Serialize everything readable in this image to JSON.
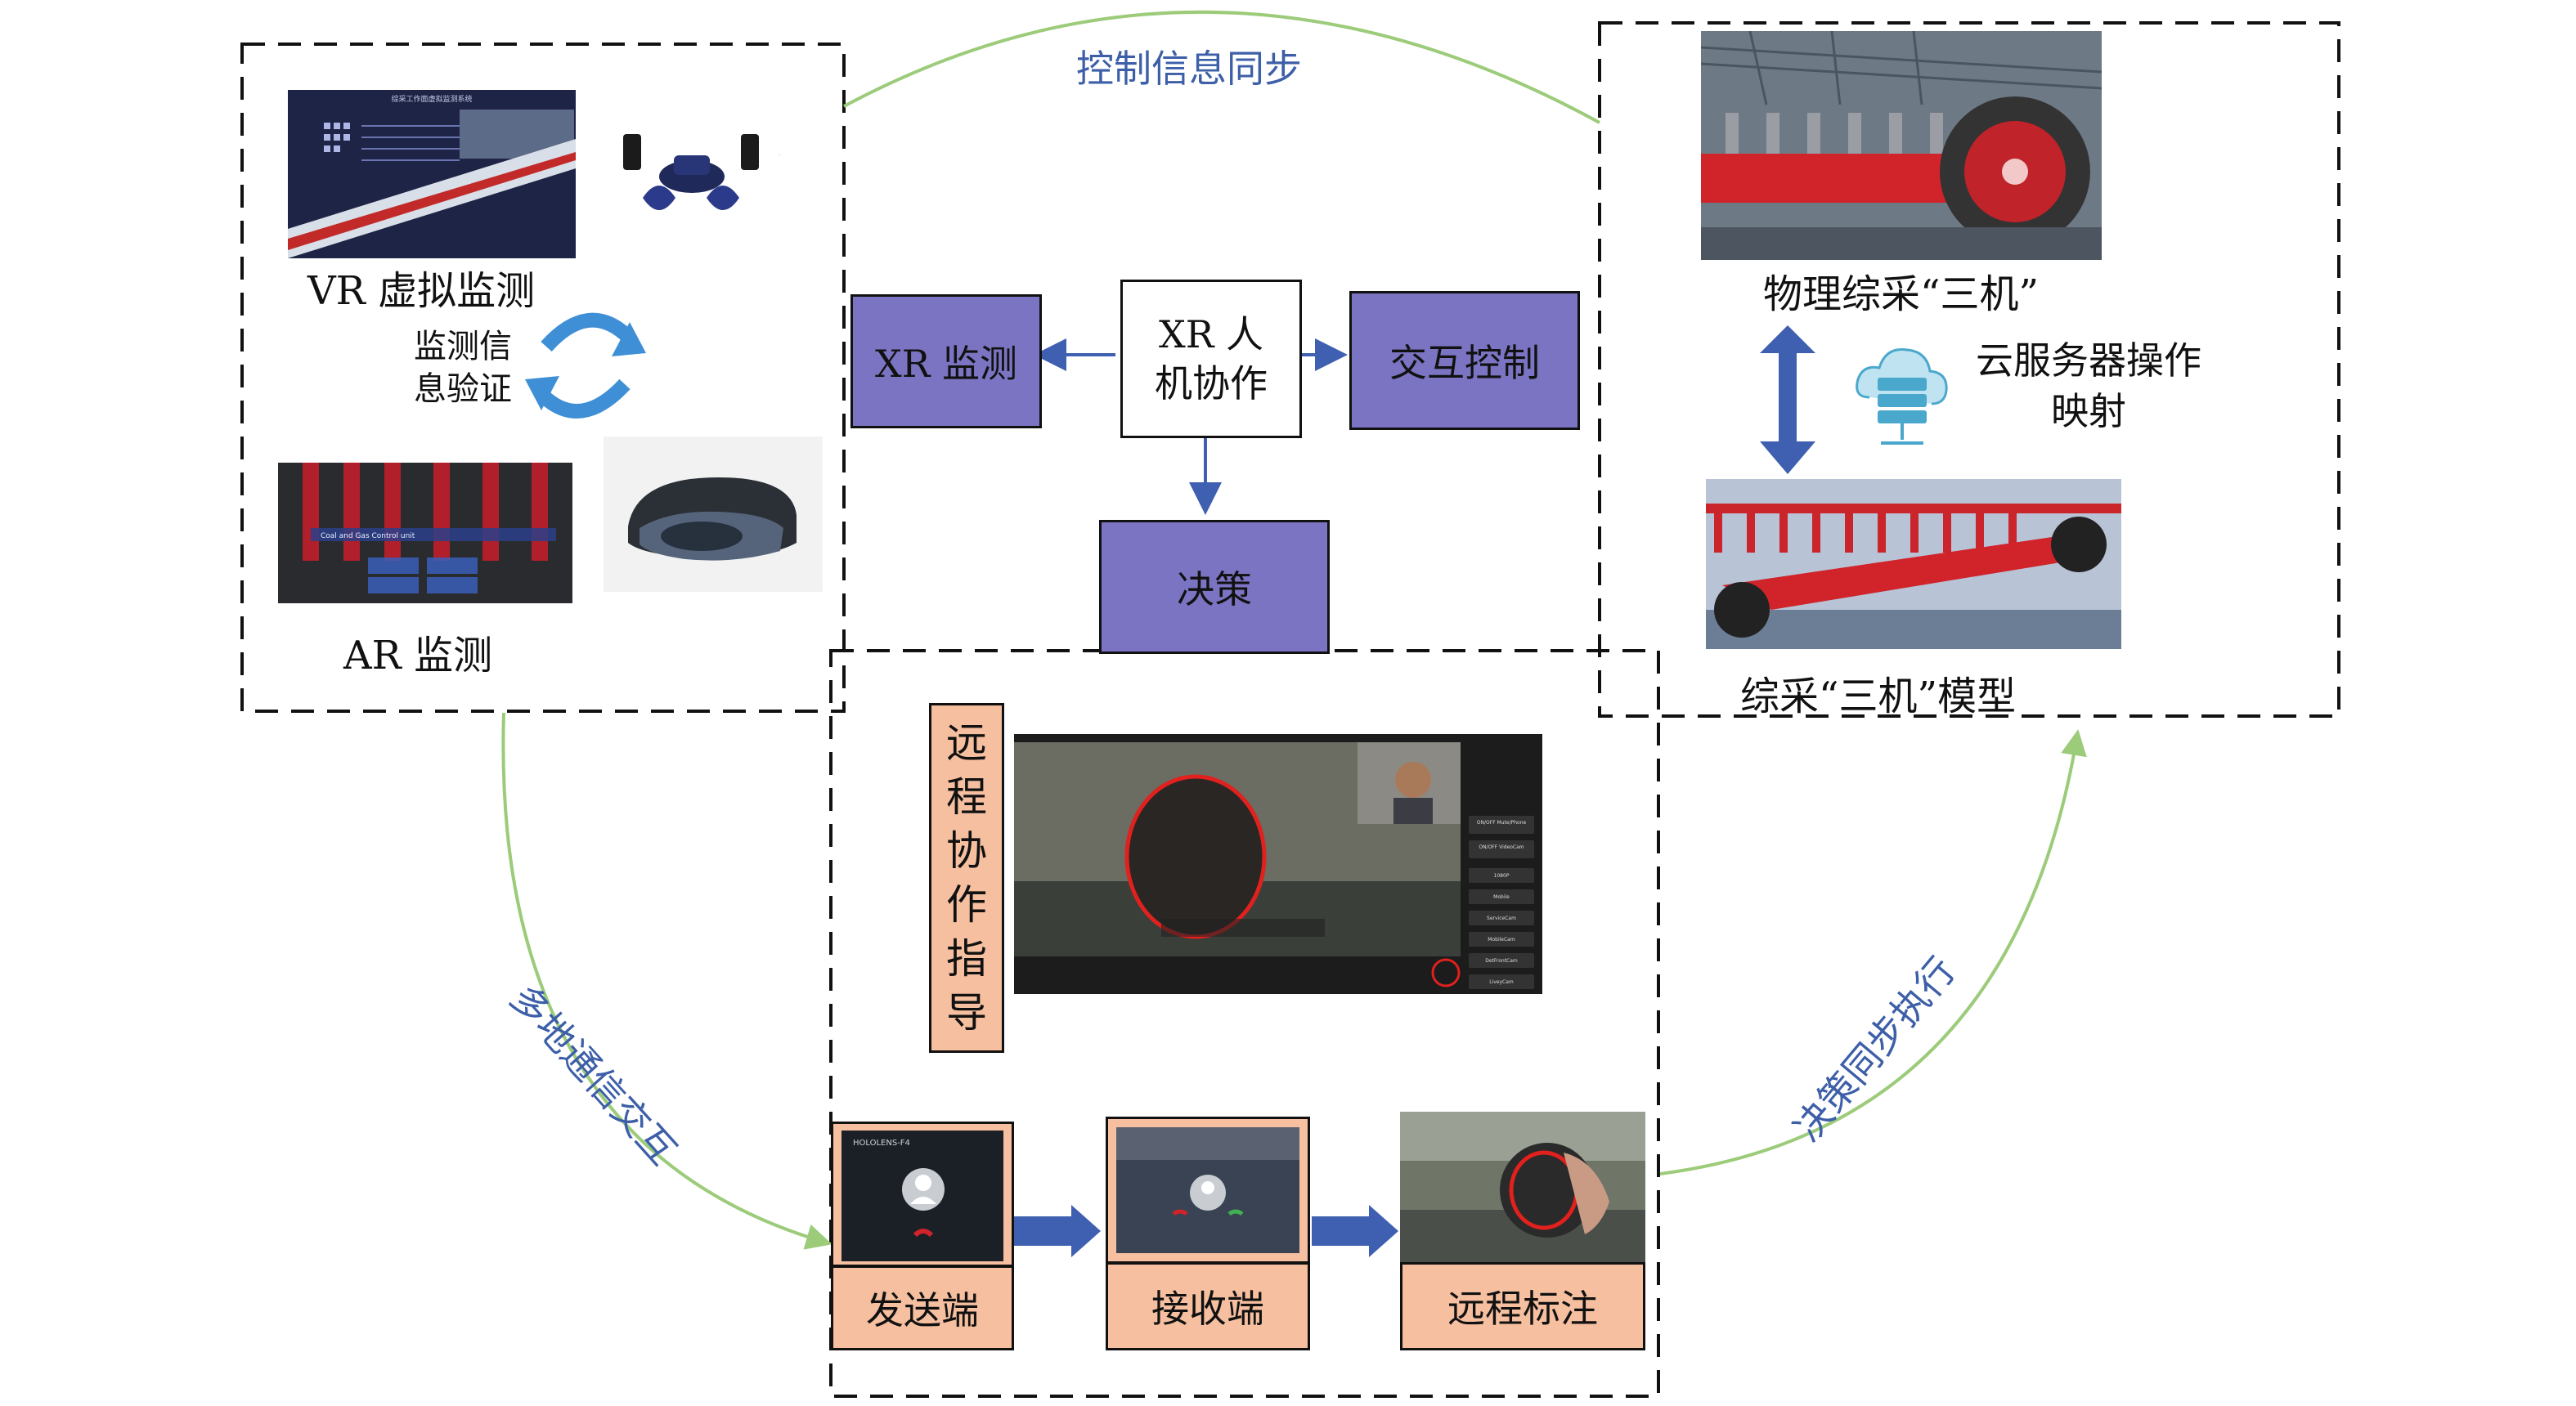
{
  "colors": {
    "purple_box": "#7b74c2",
    "salmon_box": "#f5bfa0",
    "green_arc": "#9ccb7a",
    "blue_arrow": "#3f5fb0",
    "blue_label": "#3d5fa8"
  },
  "center": {
    "hub_line1": "XR 人",
    "hub_line2": "机协作",
    "xr_monitor": "XR 监测",
    "interaction": "交互控制",
    "decision": "决策"
  },
  "left_panel": {
    "vr_label": "VR 虚拟监测",
    "verify_line1": "监测信",
    "verify_line2": "息验证",
    "ar_label": "AR 监测",
    "vr_screen_caption": "综采工作面虚拟监测系统",
    "ar_screen_caption": "Coal and Gas Control unit"
  },
  "right_panel": {
    "physical_label": "物理综采“三机”",
    "cloud_line1": "云服务器操作",
    "cloud_line2": "映射",
    "model_label": "综采“三机”模型"
  },
  "bottom_panel": {
    "remote_guidance_chars": [
      "远",
      "程",
      "协",
      "作",
      "指",
      "导"
    ],
    "sender": "发送端",
    "receiver": "接收端",
    "remote_mark": "远程标注",
    "device_name": "HOLOLENS-F4",
    "video_side_buttons": [
      "ON/OFF Mute/Phone",
      "ON/OFF VideoCam",
      "1080P",
      "Mobile",
      "ServiceCam",
      "MobileCam",
      "DetFrontCam",
      "LiveyCam"
    ]
  },
  "arcs": {
    "top": "控制信息同步",
    "left": "多地通信交互",
    "right": "决策同步执行"
  }
}
